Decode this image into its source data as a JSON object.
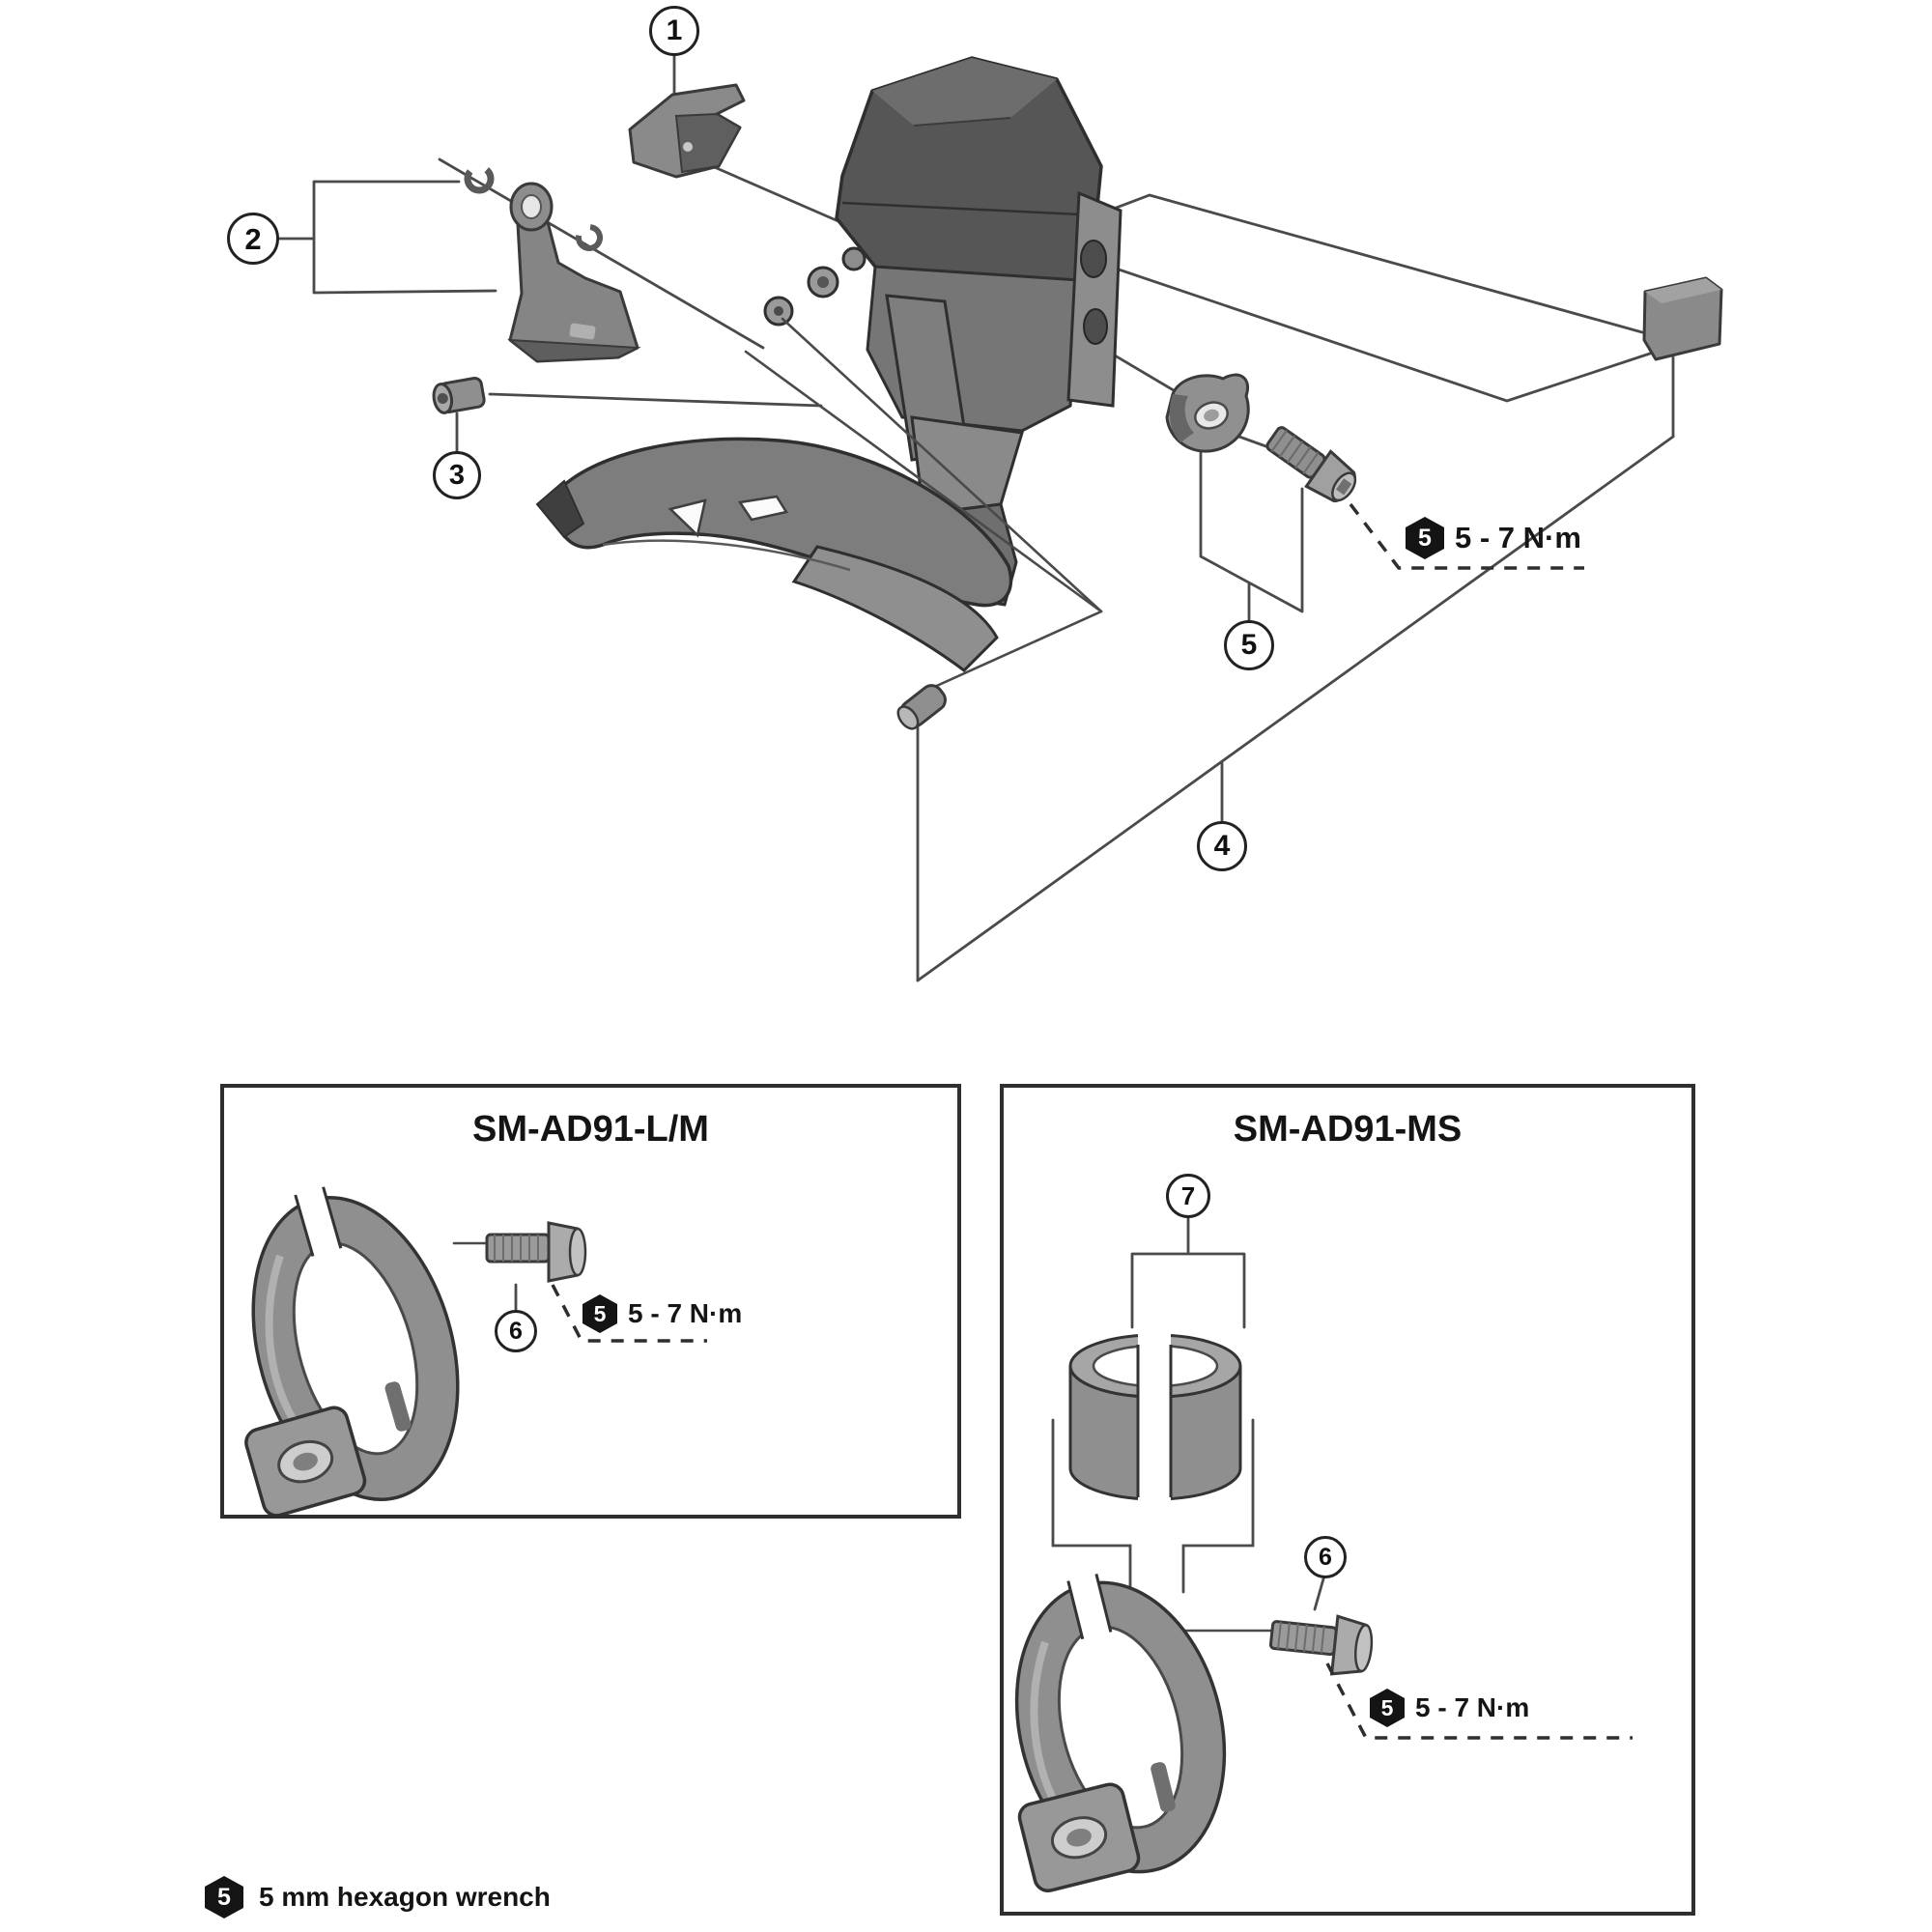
{
  "callouts": {
    "part1": "1",
    "part2": "2",
    "part3": "3",
    "part4": "4",
    "part5": "5",
    "part6": "6",
    "part7": "7"
  },
  "torque": {
    "tool": "5",
    "value": "5 - 7 N·m"
  },
  "panels": {
    "left": {
      "title": "SM-AD91-L/M"
    },
    "right": {
      "title": "SM-AD91-MS"
    }
  },
  "footnote": {
    "tool": "5",
    "text": "5 mm hexagon wrench"
  },
  "colors": {
    "background": "#ffffff",
    "leader_line": "#4a4a4a",
    "outline": "#2f2f2f",
    "part_dark": "#565656",
    "part_mid": "#7d7d7d",
    "part_light": "#a6a6a6",
    "label": "#151515"
  }
}
